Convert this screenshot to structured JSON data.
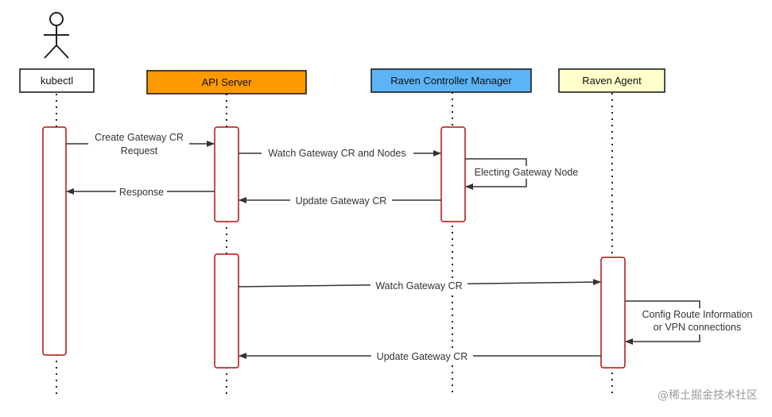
{
  "participants": [
    {
      "id": "kubectl",
      "label": "kubectl",
      "fill": "#ffffff",
      "actor": true
    },
    {
      "id": "api",
      "label": "API Server",
      "fill": "#ff9900",
      "actor": false
    },
    {
      "id": "rcm",
      "label": "Raven Controller Manager",
      "fill": "#5cb3f5",
      "actor": false
    },
    {
      "id": "agent",
      "label": "Raven Agent",
      "fill": "#ffffcc",
      "actor": false
    }
  ],
  "messages": [
    {
      "from": "kubectl",
      "to": "api",
      "lines": [
        "Create Gateway CR",
        "Request"
      ]
    },
    {
      "from": "api",
      "to": "rcm",
      "lines": [
        "Watch Gateway CR and Nodes"
      ]
    },
    {
      "from": "rcm",
      "to": "rcm",
      "lines": [
        "Electing Gateway Node"
      ]
    },
    {
      "from": "api",
      "to": "kubectl",
      "lines": [
        "Response"
      ]
    },
    {
      "from": "rcm",
      "to": "api",
      "lines": [
        "Update Gateway CR"
      ]
    },
    {
      "from": "api",
      "to": "agent",
      "lines": [
        "Watch Gateway CR"
      ]
    },
    {
      "from": "agent",
      "to": "agent",
      "lines": [
        "Config Route Information",
        "or VPN connections"
      ]
    },
    {
      "from": "agent",
      "to": "api",
      "lines": [
        "Update Gateway CR"
      ]
    }
  ],
  "watermark": "@稀土掘金技术社区",
  "colors": {
    "activation_border": "#b01010",
    "line": "#333333"
  }
}
